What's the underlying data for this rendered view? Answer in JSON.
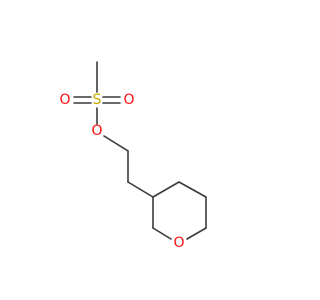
{
  "molecule": {
    "atoms": {
      "sulfur": {
        "label": "S",
        "color": "#c8a800"
      },
      "oxygen_left": {
        "label": "O",
        "color": "#ff0d0d"
      },
      "oxygen_right": {
        "label": "O",
        "color": "#ff0d0d"
      },
      "oxygen_ester": {
        "label": "O",
        "color": "#ff0d0d"
      },
      "oxygen_ring": {
        "label": "O",
        "color": "#ff0d0d"
      }
    },
    "bond_color": "#3a3a3a"
  }
}
